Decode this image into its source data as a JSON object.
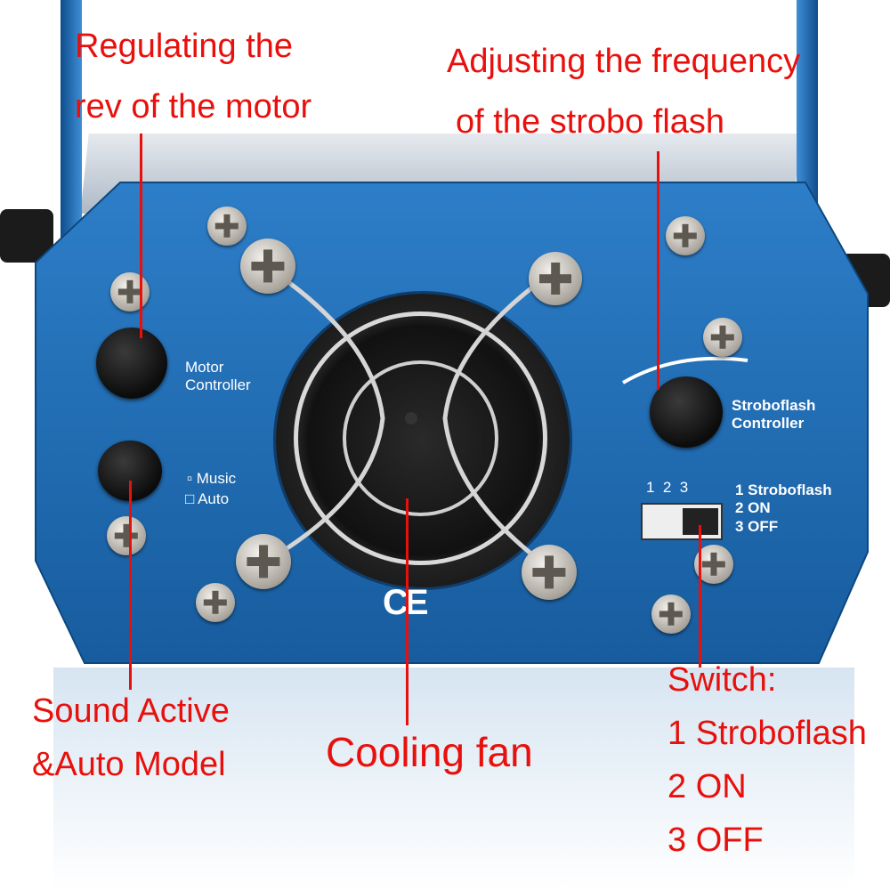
{
  "annotations": {
    "motor_line1": "Regulating the",
    "motor_line2": "rev of the motor",
    "strobe_line1": "Adjusting the frequency",
    "strobe_line2": "of the strobo flash",
    "sound_line1": "Sound Active",
    "sound_line2": "&Auto Model",
    "fan": "Cooling fan",
    "switch_title": "Switch:",
    "switch_1": "1 Stroboflash",
    "switch_2": "2  ON",
    "switch_3": "3 OFF"
  },
  "panel": {
    "motor_label_1": "Motor",
    "motor_label_2": "Controller",
    "music": "Music",
    "auto": "Auto",
    "strobe_label_1": "Stroboflash",
    "strobe_label_2": "Controller",
    "switch_positions": "1  2  3",
    "opt1": "1 Stroboflash",
    "opt2": "2 ON",
    "opt3": "3 OFF",
    "ce_mark": "CE"
  },
  "colors": {
    "annotation": "#e8100c",
    "panel": "#1f6fb5"
  }
}
